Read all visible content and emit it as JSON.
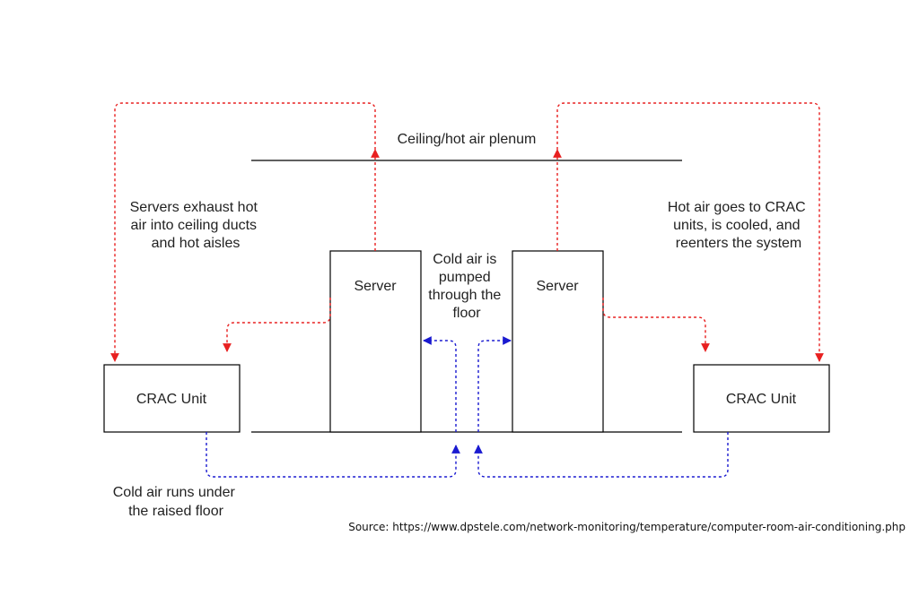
{
  "labels": {
    "ceiling": "Ceiling/hot air plenum",
    "servers_exhaust": [
      "Servers exhaust hot",
      "air into ceiling ducts",
      "and hot aisles"
    ],
    "hot_air_crac": [
      "Hot air goes to CRAC",
      "units, is cooled, and",
      "reenters the system"
    ],
    "cold_air_pumped": [
      "Cold air is",
      "pumped",
      "through the",
      "floor"
    ],
    "cold_air_runs": [
      "Cold air runs under",
      "the raised floor"
    ],
    "server_left": "Server",
    "server_right": "Server",
    "crac_left": "CRAC Unit",
    "crac_right": "CRAC Unit",
    "source": "Source: https://www.dpstele.com/network-monitoring/temperature/computer-room-air-conditioning.php"
  },
  "colors": {
    "hot_air": "#e82020",
    "cold_air": "#1a1ad0",
    "outline": "#000000"
  }
}
